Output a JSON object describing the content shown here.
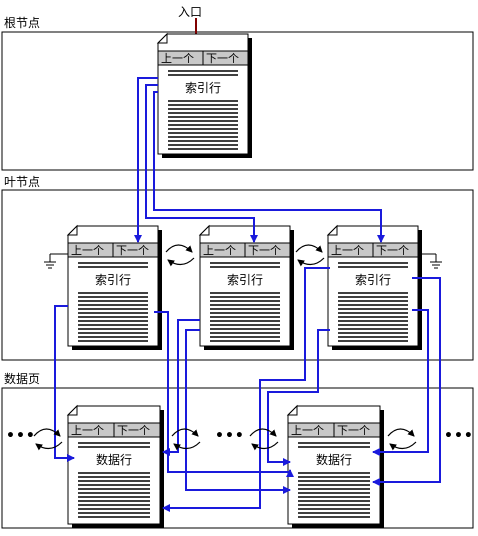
{
  "entry_label": "入口",
  "sections": {
    "root": "根节点",
    "leaf": "叶节点",
    "data": "数据页"
  },
  "page_buttons": {
    "prev": "上一个",
    "next": "下一个"
  },
  "node_titles": {
    "index_row": "索引行",
    "data_row": "数据行"
  },
  "ellipsis": "•••",
  "colors": {
    "arrow": "#1a1adc",
    "frame": "#000000",
    "entry_stem": "#800000",
    "button_bar": "#c8c8c8",
    "page_fill": "#ffffff"
  }
}
